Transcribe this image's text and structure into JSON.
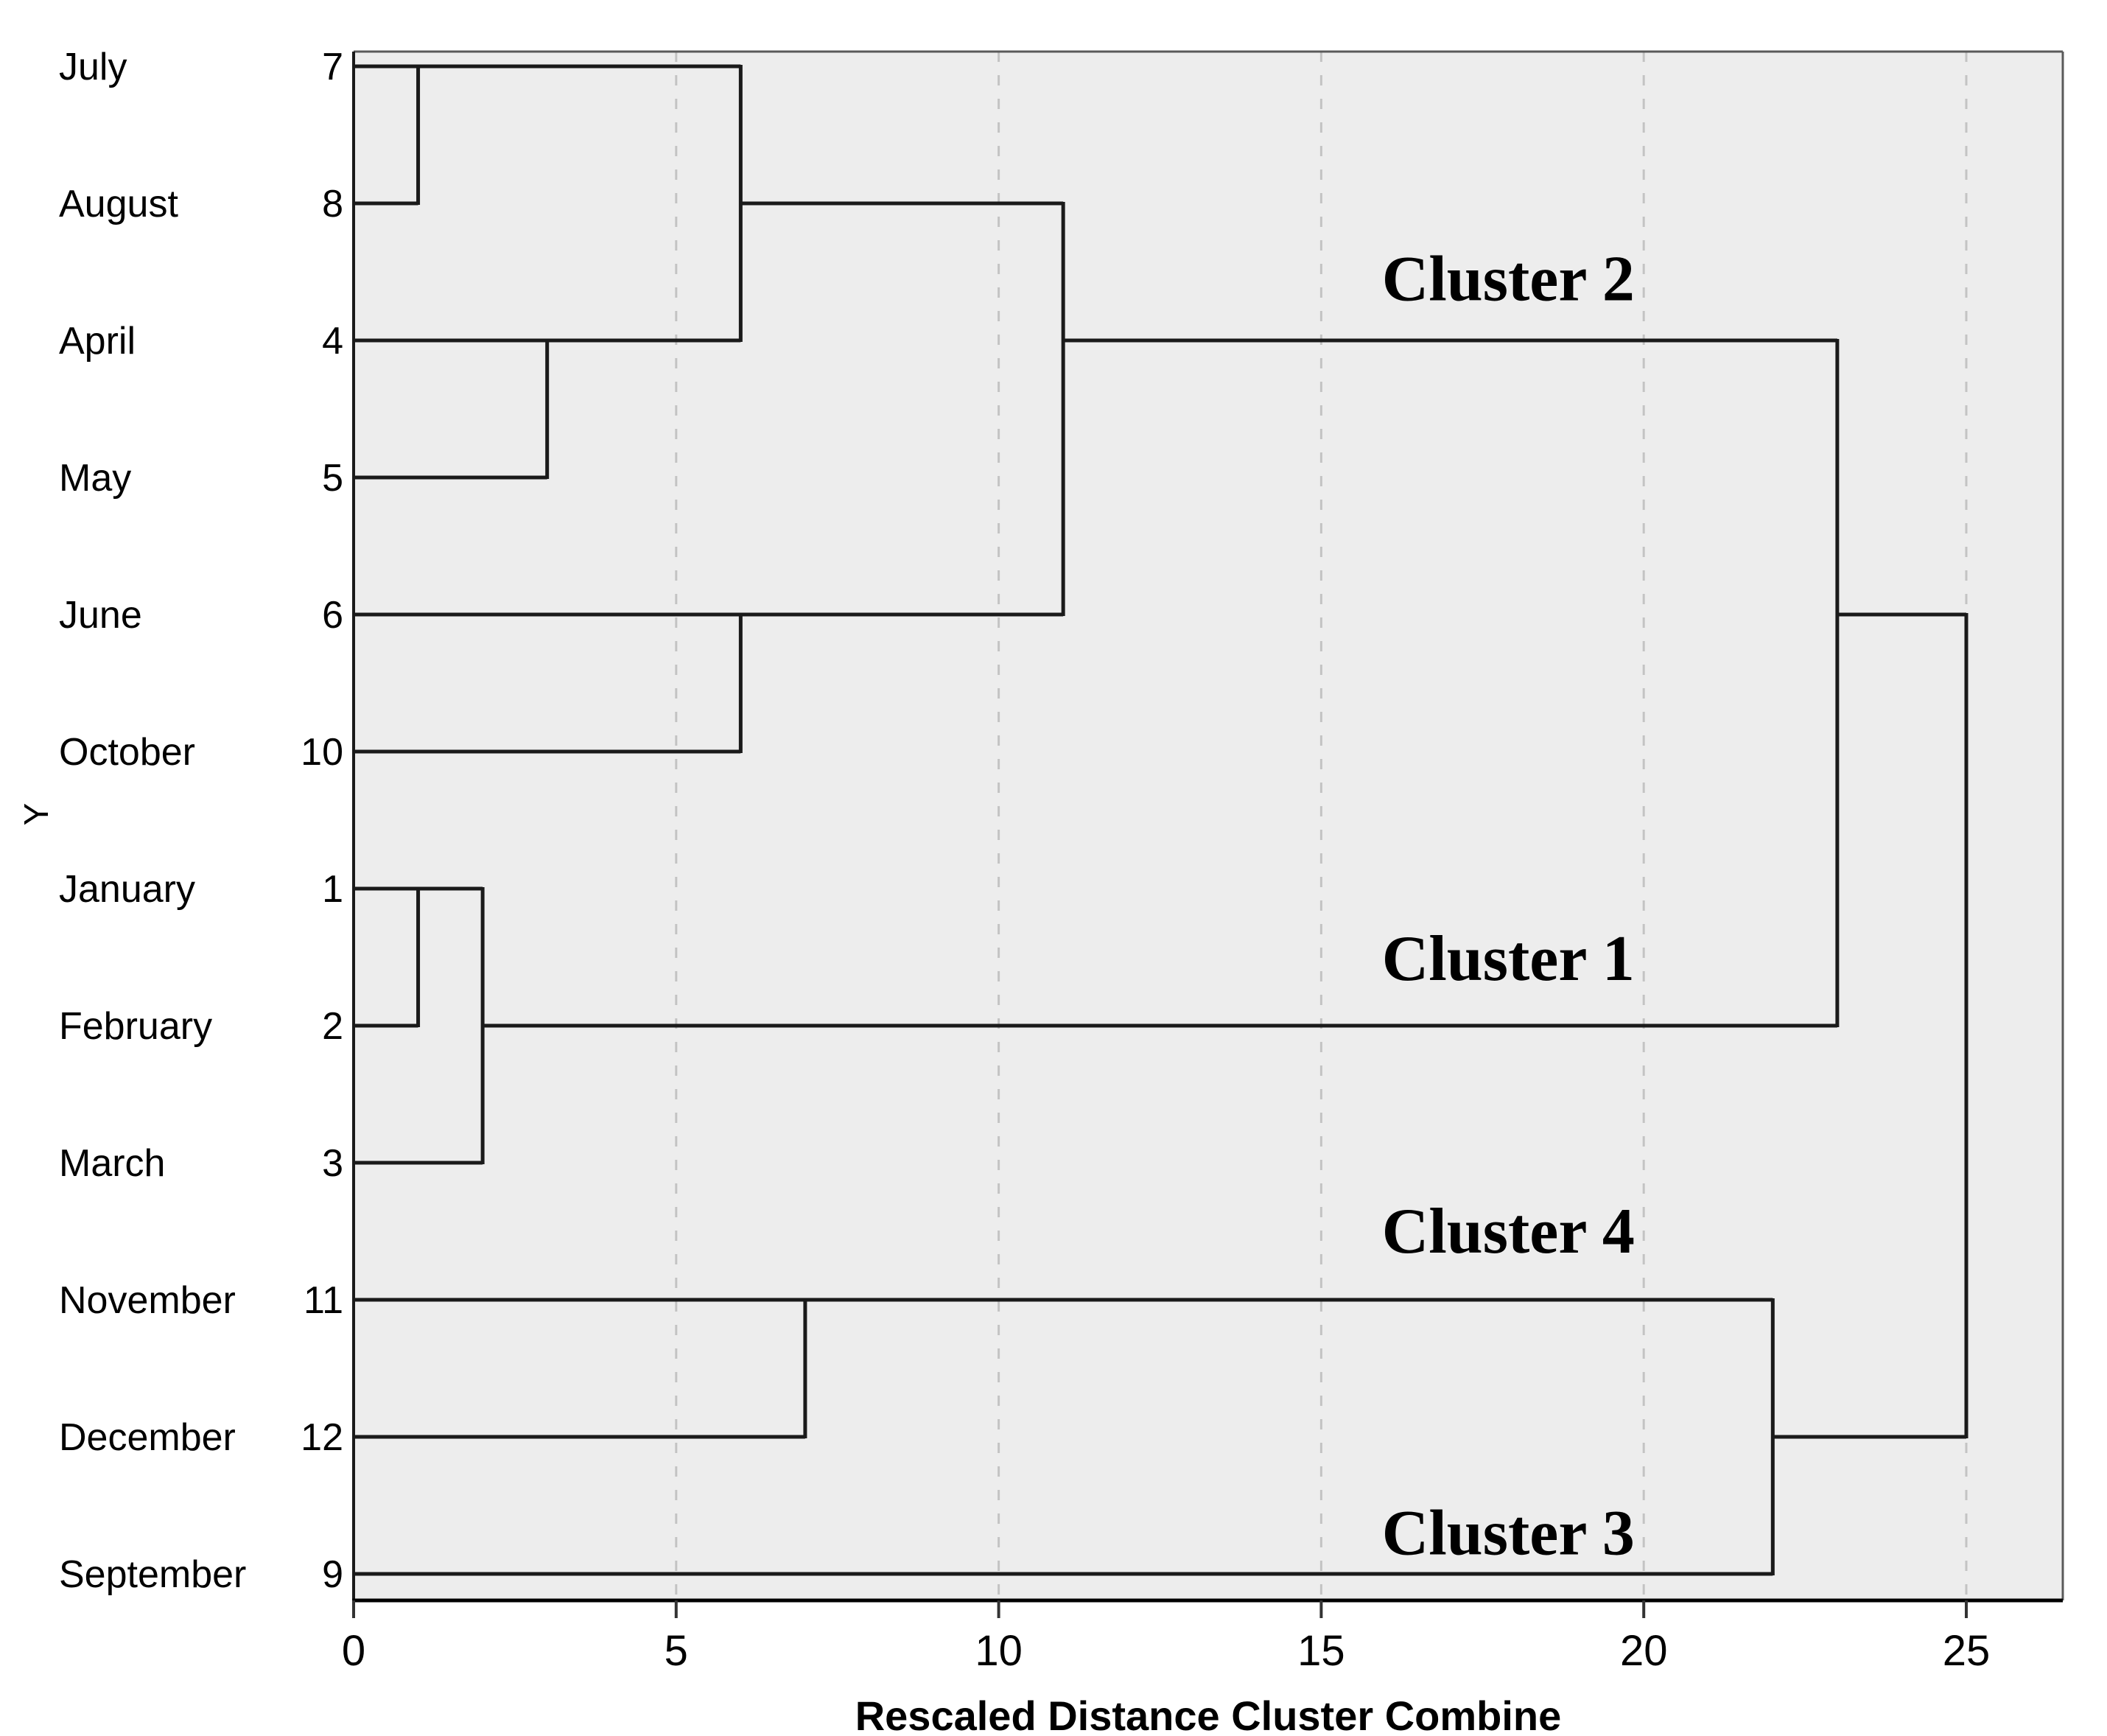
{
  "chart_data": {
    "type": "dendrogram",
    "orientation": "horizontal",
    "xlabel": "Rescaled Distance Cluster Combine",
    "ylabel": "Y",
    "x_ticks": [
      0,
      5,
      10,
      15,
      20,
      25
    ],
    "xlim": [
      0,
      26.5
    ],
    "grid": "dashed vertical gridlines at ticks 5,10,15,20,25",
    "legend_position": "none",
    "leaves": [
      {
        "label": "July",
        "num": "7"
      },
      {
        "label": "August",
        "num": "8"
      },
      {
        "label": "April",
        "num": "4"
      },
      {
        "label": "May",
        "num": "5"
      },
      {
        "label": "June",
        "num": "6"
      },
      {
        "label": "October",
        "num": "10"
      },
      {
        "label": "January",
        "num": "1"
      },
      {
        "label": "February",
        "num": "2"
      },
      {
        "label": "March",
        "num": "3"
      },
      {
        "label": "November",
        "num": "11"
      },
      {
        "label": "December",
        "num": "12"
      },
      {
        "label": "September",
        "num": "9"
      }
    ],
    "merges": [
      {
        "pair": [
          "July",
          "August"
        ],
        "distance": 1
      },
      {
        "pair": [
          "January",
          "February"
        ],
        "distance": 1
      },
      {
        "pair": [
          "January+February",
          "March"
        ],
        "distance": 2
      },
      {
        "pair": [
          "April",
          "May"
        ],
        "distance": 3
      },
      {
        "pair": [
          "July+August",
          "April+May"
        ],
        "distance": 6
      },
      {
        "pair": [
          "June",
          "October"
        ],
        "distance": 6
      },
      {
        "pair": [
          "November",
          "December"
        ],
        "distance": 7
      },
      {
        "pair": [
          "July+August+April+May",
          "June+October"
        ],
        "distance": 11
      },
      {
        "pair": [
          "November+December",
          "September"
        ],
        "distance": 22
      },
      {
        "pair": [
          "Cluster 2",
          "Cluster 1"
        ],
        "distance": 23
      },
      {
        "pair": [
          "Cluster 2+Cluster 1",
          "Cluster 4+Cluster 3"
        ],
        "distance": 25
      }
    ],
    "links": {
      "horizontal": [
        [
          0,
          6,
          0
        ],
        [
          0,
          1,
          1
        ],
        [
          6,
          11,
          1
        ],
        [
          0,
          6,
          2
        ],
        [
          11,
          23,
          2
        ],
        [
          0,
          3,
          3
        ],
        [
          0,
          11,
          4
        ],
        [
          23,
          25,
          4
        ],
        [
          0,
          6,
          5
        ],
        [
          0,
          2,
          6
        ],
        [
          0,
          1,
          7
        ],
        [
          2,
          23,
          7
        ],
        [
          0,
          2,
          8
        ],
        [
          0,
          22,
          9
        ],
        [
          0,
          7,
          10
        ],
        [
          22,
          25,
          10
        ],
        [
          0,
          22,
          11
        ]
      ],
      "vertical": [
        [
          1,
          0,
          1
        ],
        [
          3,
          2,
          3
        ],
        [
          6,
          0,
          2
        ],
        [
          6,
          4,
          5
        ],
        [
          11,
          1,
          4
        ],
        [
          1,
          6,
          7
        ],
        [
          2,
          6,
          8
        ],
        [
          23,
          2,
          7
        ],
        [
          7,
          9,
          10
        ],
        [
          22,
          9,
          11
        ],
        [
          25,
          4,
          10
        ]
      ]
    },
    "cluster_labels": [
      {
        "text": "Cluster 2",
        "x": 17.9,
        "row": 1.54
      },
      {
        "text": "Cluster 1",
        "x": 17.9,
        "row": 6.5
      },
      {
        "text": "Cluster 4",
        "x": 17.9,
        "row": 8.49
      },
      {
        "text": "Cluster 3",
        "x": 17.9,
        "row": 10.69
      }
    ],
    "colors": {
      "background": "#ffffff",
      "plot_background": "#ededed",
      "line": "#1a1a1a",
      "border_top_right": "#5a5a5a",
      "border_left": "#1a1a1a",
      "axis_bottom": "#000000",
      "grid": "#c3c3c3",
      "tick": "#333333",
      "text": "#000000"
    }
  }
}
